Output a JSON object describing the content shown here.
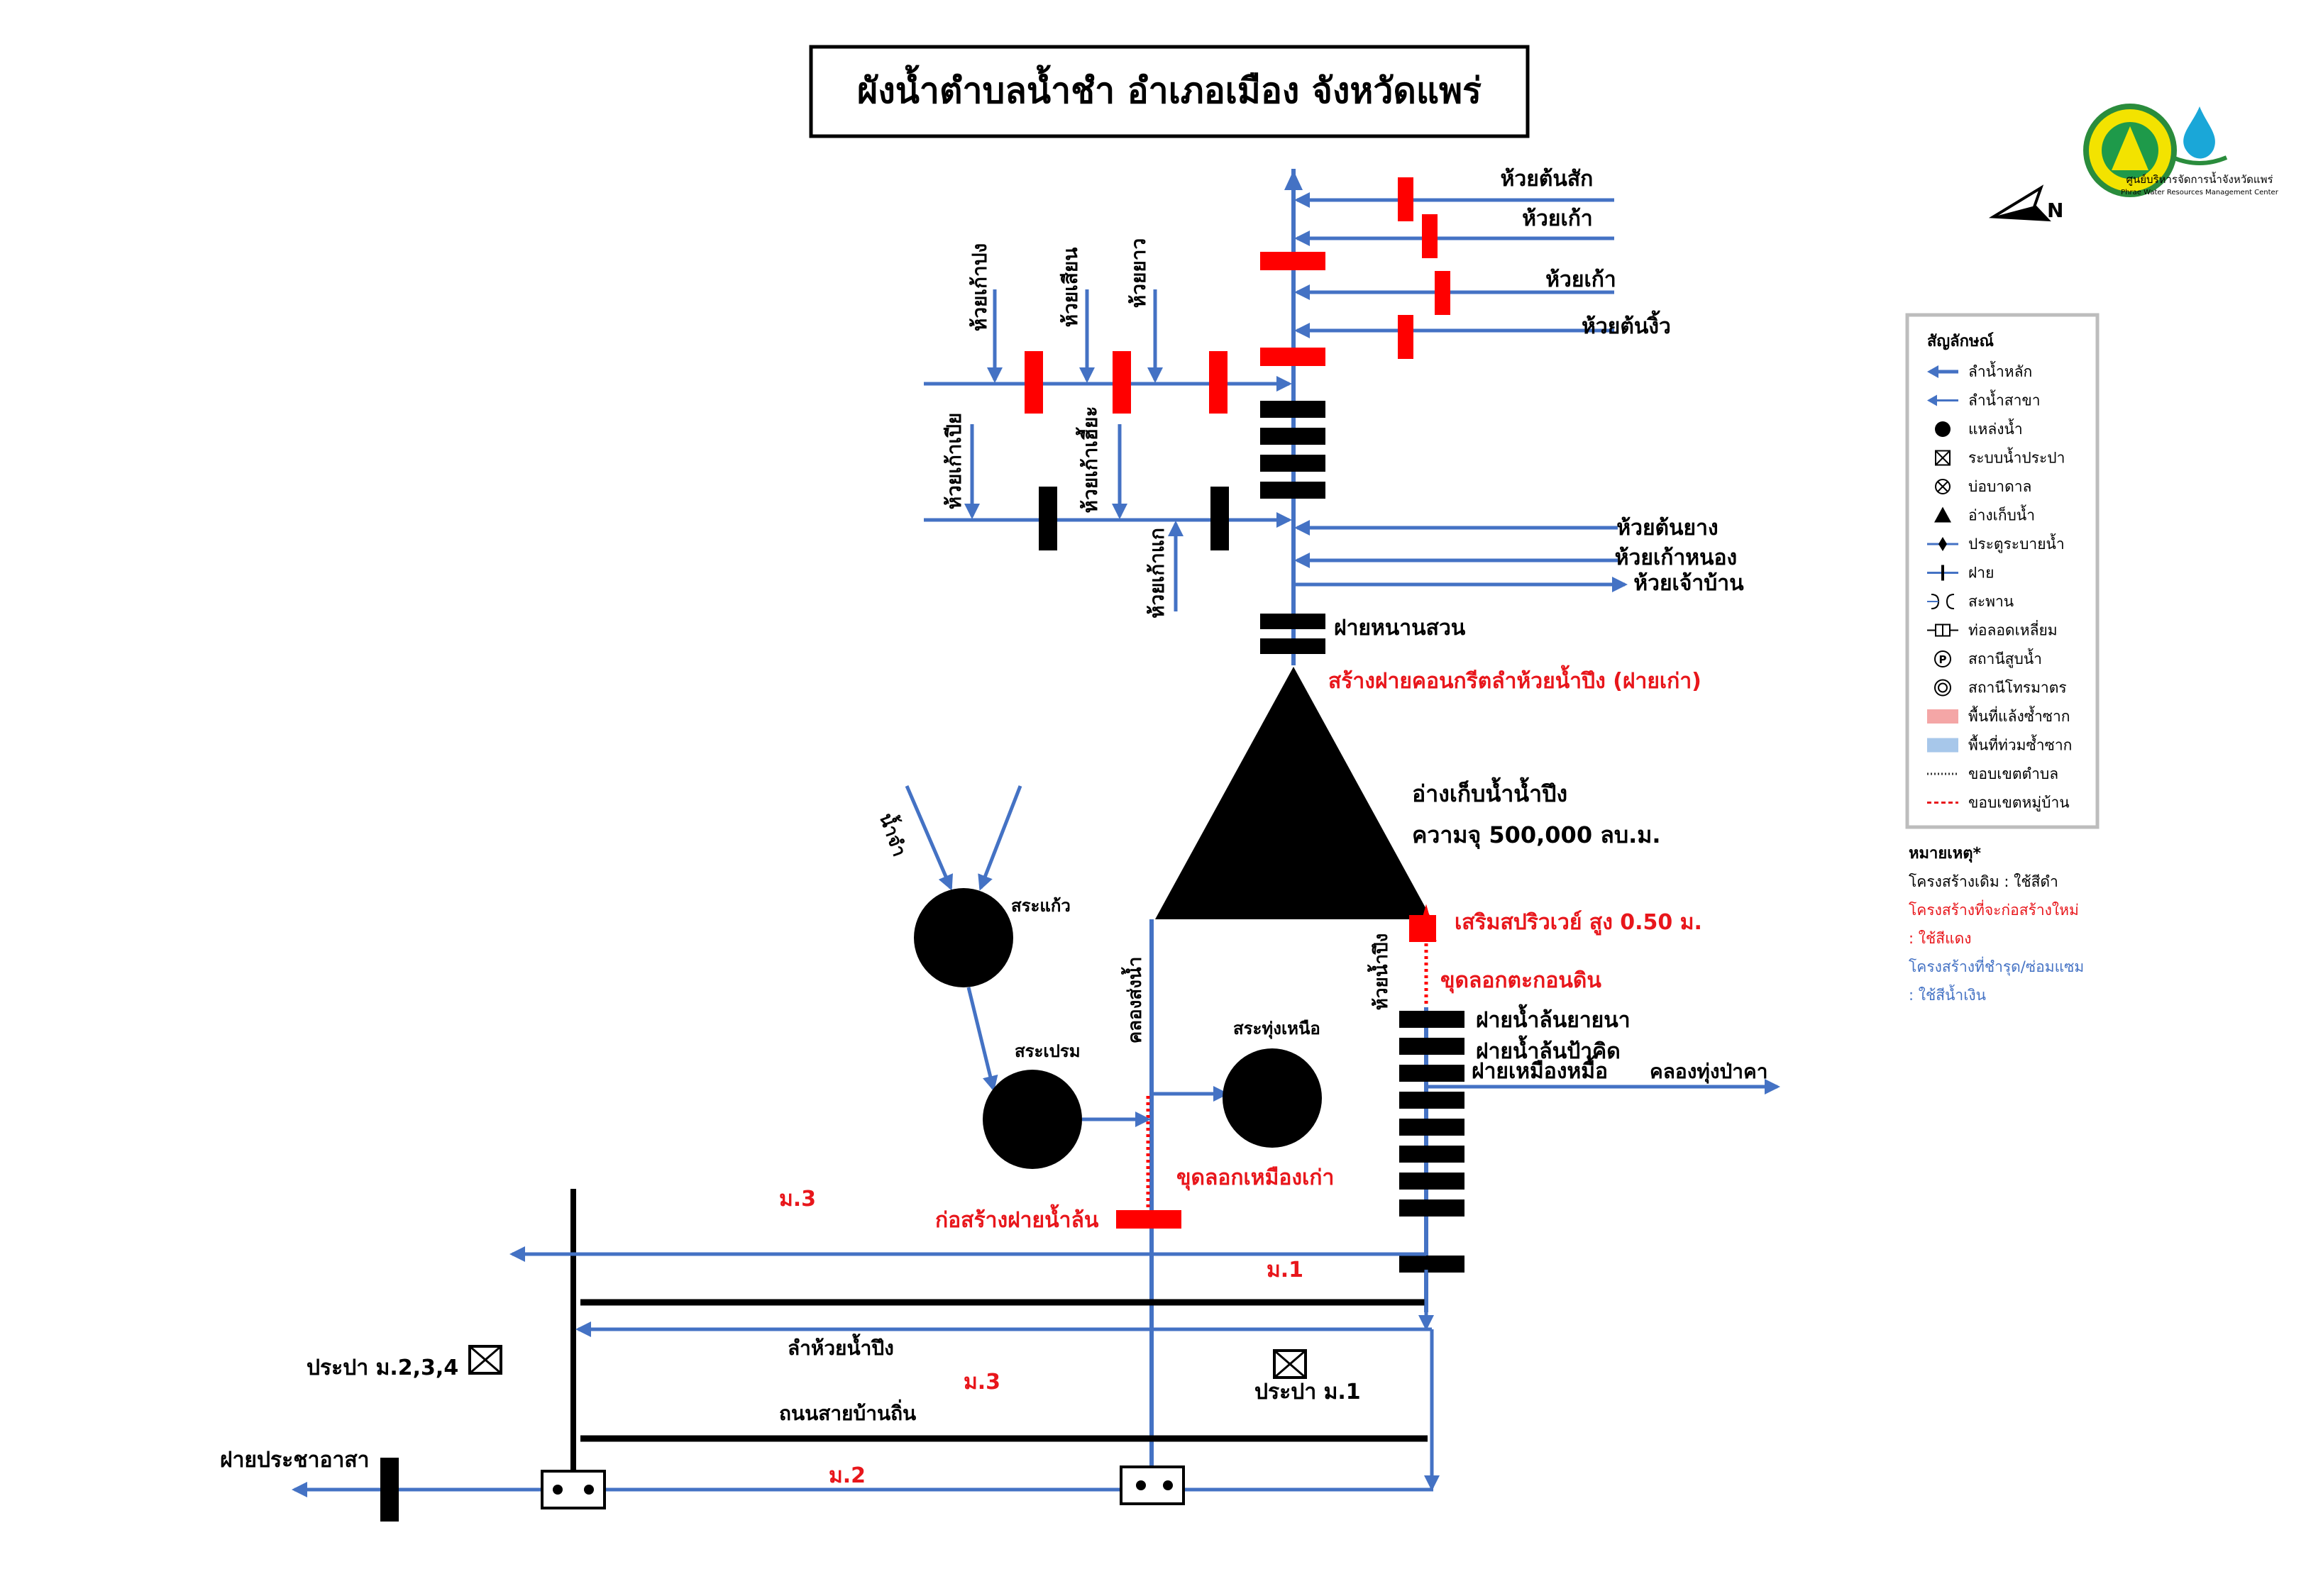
{
  "title": "ผังน้ำตำบลน้ำชำ อำเภอเมือง จังหวัดแพร่",
  "colors": {
    "blue": "#4472c4",
    "red": "#ff0000",
    "black": "#000000"
  },
  "logos": {
    "right_logo_text": "ศูนย์บริหารจัดการน้ำจังหวัดแพร่",
    "right_logo_sub": "Phrae Water Resources Management Center"
  },
  "compass": {
    "north": "N"
  },
  "labels": {
    "huai_ton_sak": "ห้วยต้นสัก",
    "huai_kao_1": "ห้วยเก้า",
    "huai_kao_2": "ห้วยเก้า",
    "huai_ton_chiw": "ห้วยต้นงิ้ว",
    "huai_kao_pong": "ห้วยเก้าปง",
    "huai_sian": "ห้วยเสียน",
    "huai_yao": "ห้วยยาว",
    "huai_kao_pia": "ห้วยเก้าเปีย",
    "huai_kao_sia": "ห้วยเก้าเฮี้ยะ",
    "huai_kao_kae": "ห้วยเก้าแก",
    "huai_ton_yang": "ห้วยต้นยาง",
    "huai_kao_nong": "ห้วยเก้าหนอง",
    "huai_chao_ban": "ห้วยเจ้าบ้าน",
    "fai_nan_suan": "ฝายหนานสวน",
    "build_concrete_weir": "สร้างฝายคอนกรีตลำห้วยน้ำปึง (ฝายเก่า)",
    "reservoir_name": "อ่างเก็บน้ำน้ำปึง",
    "reservoir_capacity": "ความจุ 500,000 ลบ.ม.",
    "spillway": "เสริมสปริวเวย์ สูง 0.50 ม.",
    "dredge_tako": "ขุดลอกตะกอนดิน",
    "huai_nam_pueng": "ห้วยน้ำปึง",
    "khlong_song_nam": "คลองส่งน้ำ",
    "nam_jam": "น้ำจำ",
    "sa_kaeo": "สระแก้ว",
    "sa_prem": "สระเปรม",
    "sa_thung_nuea": "สระทุ่งเหนือ",
    "fai_yai_na": "ฝายน้ำล้นยายนา",
    "fai_pa_kid": "ฝายน้ำล้นป้าคิด",
    "fai_mueang_mo": "ฝายเหมืองหมื้อ",
    "khlong_thung_pa_kha": "คลองทุ่งป่าคา",
    "dredge_old_mueang": "ขุดลอกเหมืองเก่า",
    "build_overflow": "ก่อสร้างฝายน้ำล้น",
    "m3_a": "ม.3",
    "m1": "ม.1",
    "lam_huai_nam_pueng": "ลำห้วยน้ำปึง",
    "m3_b": "ม.3",
    "road": "ถนนสายบ้านถิ่น",
    "m2": "ม.2",
    "prapa_m234": "ประปา ม.2,3,4",
    "prapa_m1": "ประปา ม.1",
    "fai_pracha_asa": "ฝายประชาอาสา"
  },
  "legend": {
    "title": "สัญลักษณ์",
    "items": [
      {
        "icon": "main-stream-arrow-icon",
        "label": "ลำน้ำหลัก"
      },
      {
        "icon": "branch-stream-arrow-icon",
        "label": "ลำน้ำสาขา"
      },
      {
        "icon": "water-source-dot-icon",
        "label": "แหล่งน้ำ"
      },
      {
        "icon": "water-supply-box-icon",
        "label": "ระบบน้ำประปา"
      },
      {
        "icon": "groundwater-well-icon",
        "label": "บ่อบาดาล"
      },
      {
        "icon": "reservoir-triangle-icon",
        "label": "อ่างเก็บน้ำ"
      },
      {
        "icon": "sluice-gate-icon",
        "label": "ประตูระบายน้ำ"
      },
      {
        "icon": "weir-bar-icon",
        "label": "ฝาย"
      },
      {
        "icon": "bridge-icon",
        "label": "สะพาน"
      },
      {
        "icon": "box-culvert-icon",
        "label": "ท่อลอดเหลี่ยม"
      },
      {
        "icon": "pump-station-icon",
        "label": "สถานีสูบน้ำ"
      },
      {
        "icon": "telemetry-station-icon",
        "label": "สถานีโทรมาตร"
      },
      {
        "icon": "drought-area-icon",
        "label": "พื้นที่แล้งซ้ำซาก"
      },
      {
        "icon": "flood-area-icon",
        "label": "พื้นที่ท่วมซ้ำซาก"
      },
      {
        "icon": "subdistrict-boundary-icon",
        "label": "ขอบเขตตำบล"
      },
      {
        "icon": "village-boundary-icon",
        "label": "ขอบเขตหมู่บ้าน"
      }
    ]
  },
  "notes": {
    "title": "หมายเหตุ*",
    "line1": "โครงสร้างเดิม : ใช้สีดำ",
    "line2a": "โครงสร้างที่จะก่อสร้างใหม่",
    "line2b": ": ใช้สีแดง",
    "line3a": "โครงสร้างที่ชำรุด/ซ่อมแซม",
    "line3b": ": ใช้สีน้ำเงิน"
  }
}
